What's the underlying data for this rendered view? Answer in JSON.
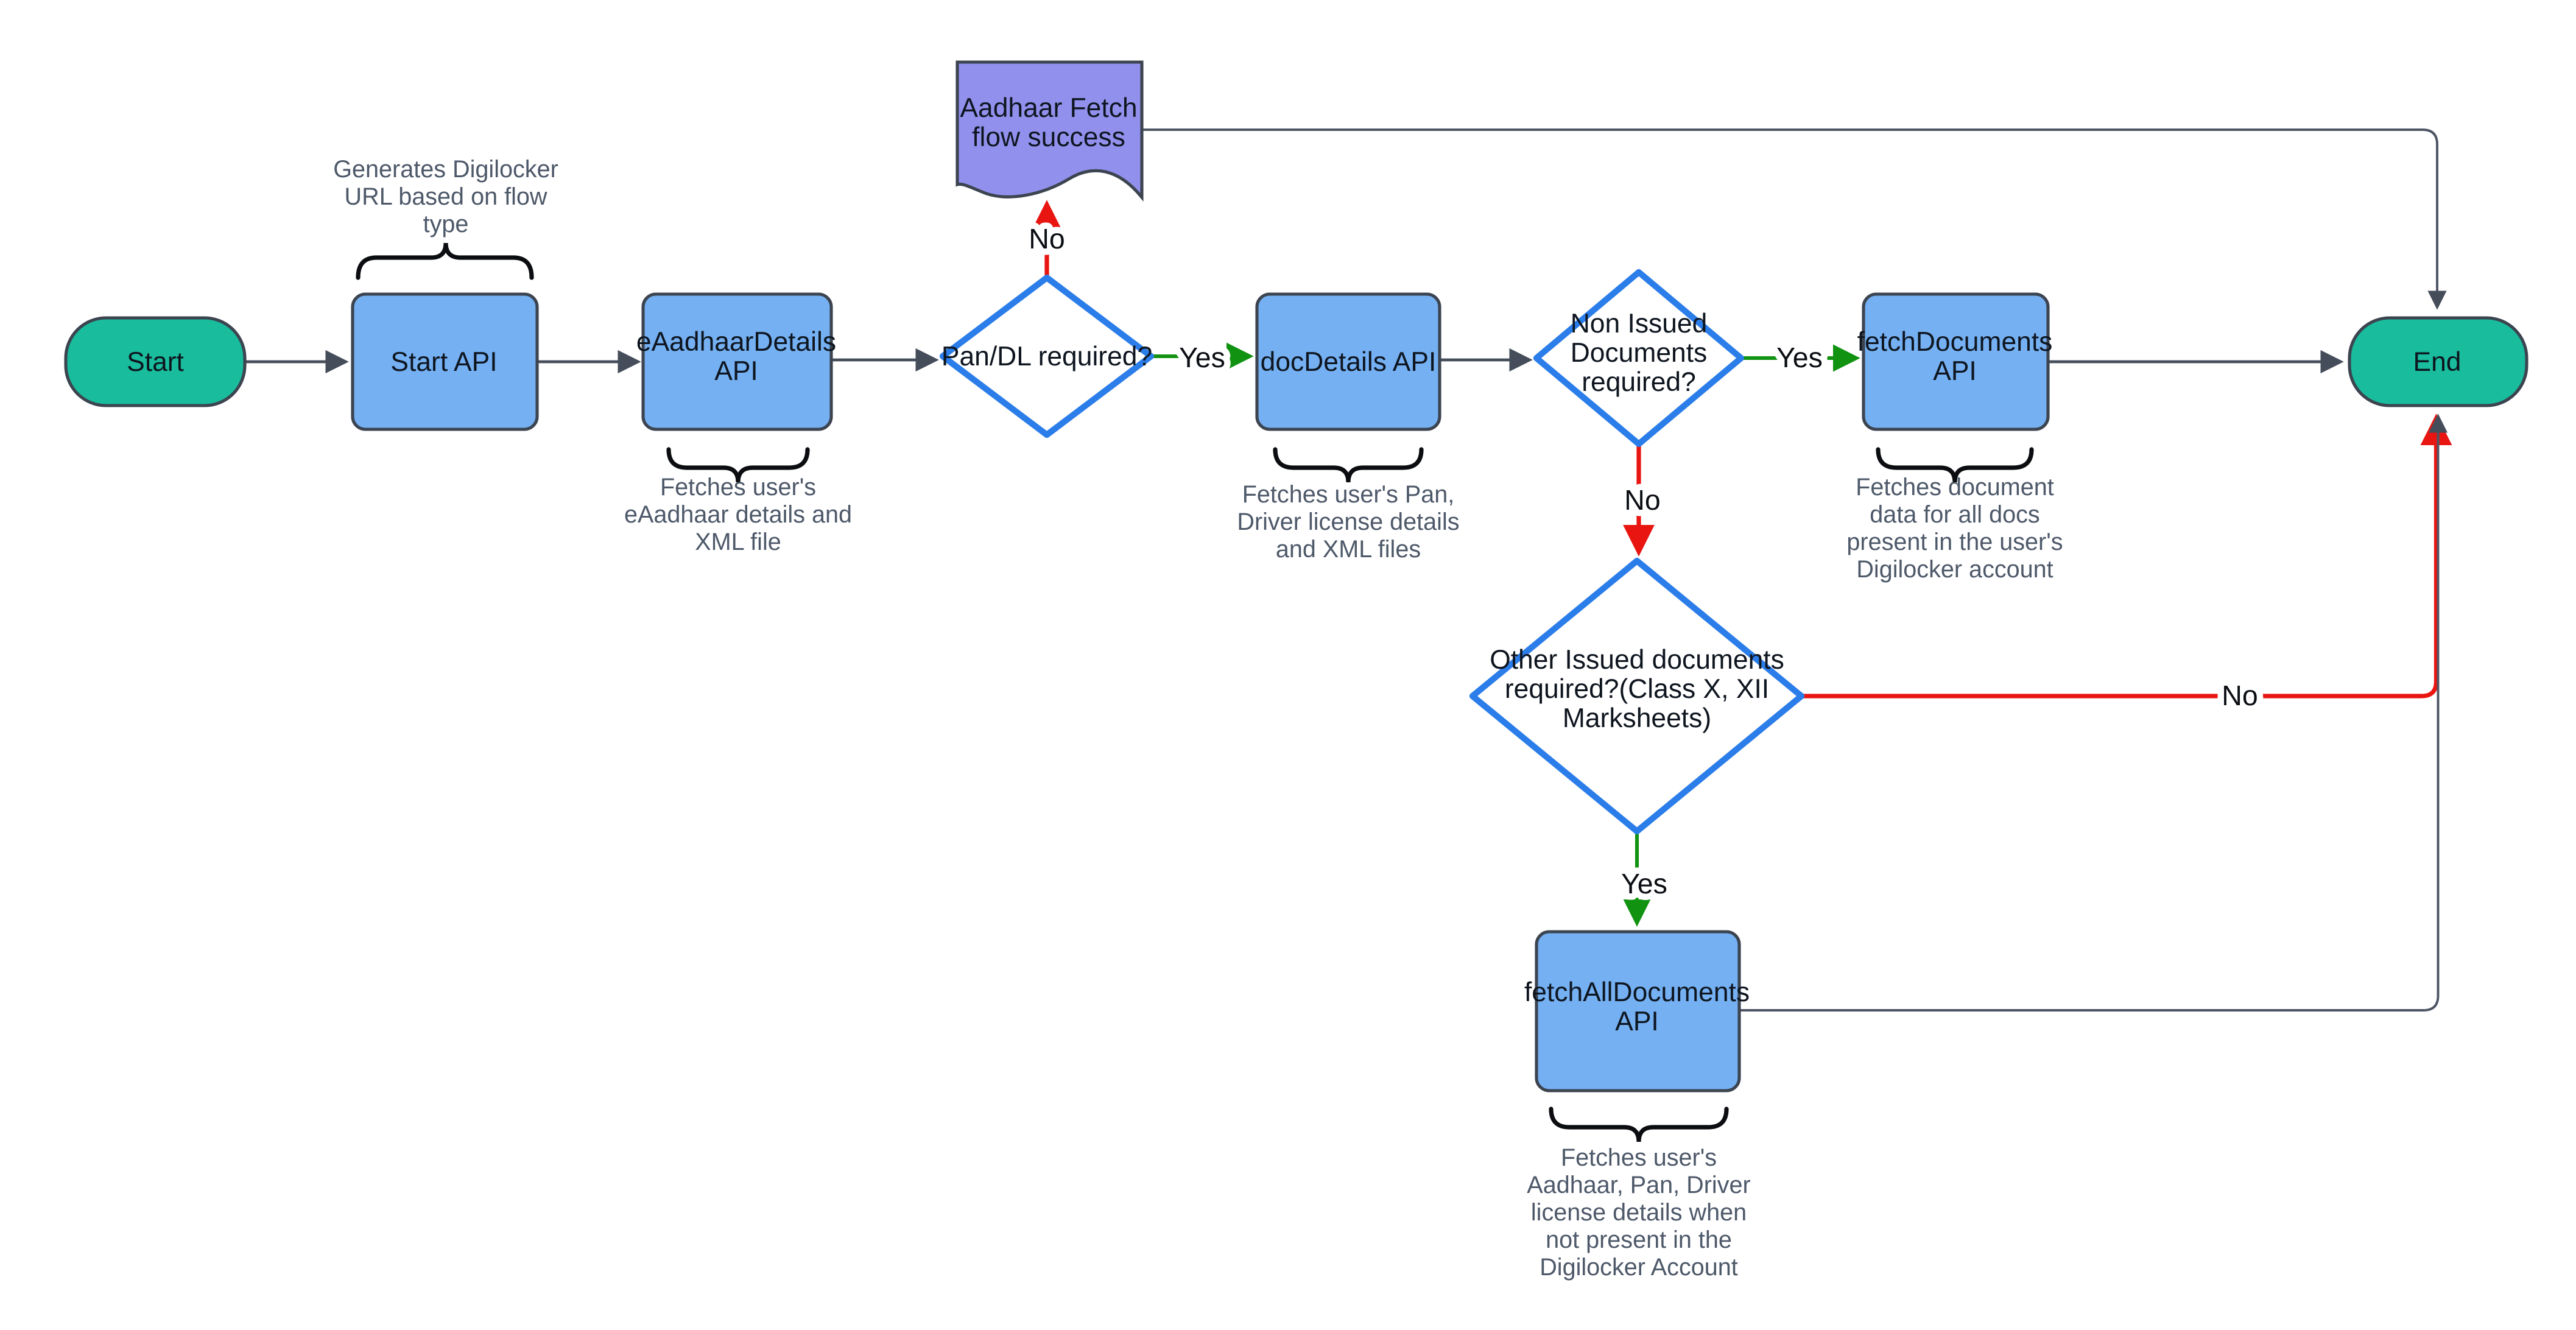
{
  "colors": {
    "background": "#FFFFFF",
    "teal_node": "#19BC9C",
    "blue_node": "#74B0F2",
    "purple_node": "#9191ED",
    "diamond_stroke": "#2B7DE9",
    "node_border": "#3C4450",
    "red_edge": "#E81511",
    "green_edge": "#119211",
    "dark_edge": "#454D5B",
    "gray_edge": "#4D5565",
    "note_text": "#4D5869",
    "label_text": "#0E151F",
    "brace": "#0B0D10"
  },
  "diagram": {
    "nodes": {
      "start": {
        "label": "Start"
      },
      "start_api": {
        "label": "Start API"
      },
      "eaadhaar_api": {
        "lines": [
          "eAadhaarDetails",
          "API"
        ]
      },
      "pan_dl_decision": {
        "label": "Pan/DL required?"
      },
      "aadhaar_success": {
        "lines": [
          "Aadhaar Fetch",
          "flow success"
        ]
      },
      "docdetails_api": {
        "label": "docDetails API"
      },
      "non_issued_decision": {
        "lines": [
          "Non Issued",
          "Documents",
          "required?"
        ]
      },
      "fetchdocuments_api": {
        "lines": [
          "fetchDocuments",
          "API"
        ]
      },
      "other_issued_decision": {
        "lines": [
          "Other Issued documents",
          "required?(Class X, XII",
          "Marksheets)"
        ]
      },
      "fetchalldocuments_api": {
        "lines": [
          "fetchAllDocuments",
          "API"
        ]
      },
      "end": {
        "label": "End"
      }
    },
    "edge_labels": {
      "pan_dl_yes": "Yes",
      "pan_dl_no": "No",
      "non_issued_yes": "Yes",
      "non_issued_no": "No",
      "other_issued_yes": "Yes",
      "other_issued_no": "No"
    },
    "annotations": {
      "start_api_note": {
        "lines": [
          "Generates Digilocker",
          "URL based on flow",
          "type"
        ]
      },
      "eaadhaar_note": {
        "lines": [
          "Fetches user's",
          "eAadhaar details and",
          "XML file"
        ]
      },
      "docdetails_note": {
        "lines": [
          "Fetches user's Pan,",
          "Driver license details",
          "and XML files"
        ]
      },
      "fetchdocuments_note": {
        "lines": [
          "Fetches document",
          "data for all docs",
          "present in the user's",
          "Digilocker account"
        ]
      },
      "fetchalldocuments_note": {
        "lines": [
          "Fetches user's",
          "Aadhaar, Pan, Driver",
          "license details when",
          "not present in the",
          "Digilocker Account"
        ]
      }
    }
  }
}
